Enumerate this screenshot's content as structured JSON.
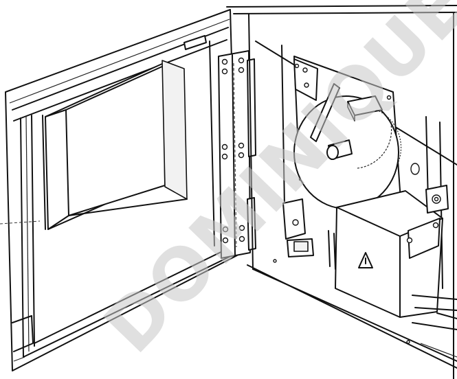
{
  "image": {
    "description_layer": "line-drawing",
    "watermark": {
      "text": "DOMINIQUE D",
      "color": "#c8c8c8"
    }
  },
  "parts": {
    "left_door": "door",
    "hinge_strip": "hinge",
    "chart_disc": "circular-chart",
    "junction_box": "junction-box",
    "warning_symbol": "warning-triangle-icon",
    "power_socket": "socket-icon"
  }
}
